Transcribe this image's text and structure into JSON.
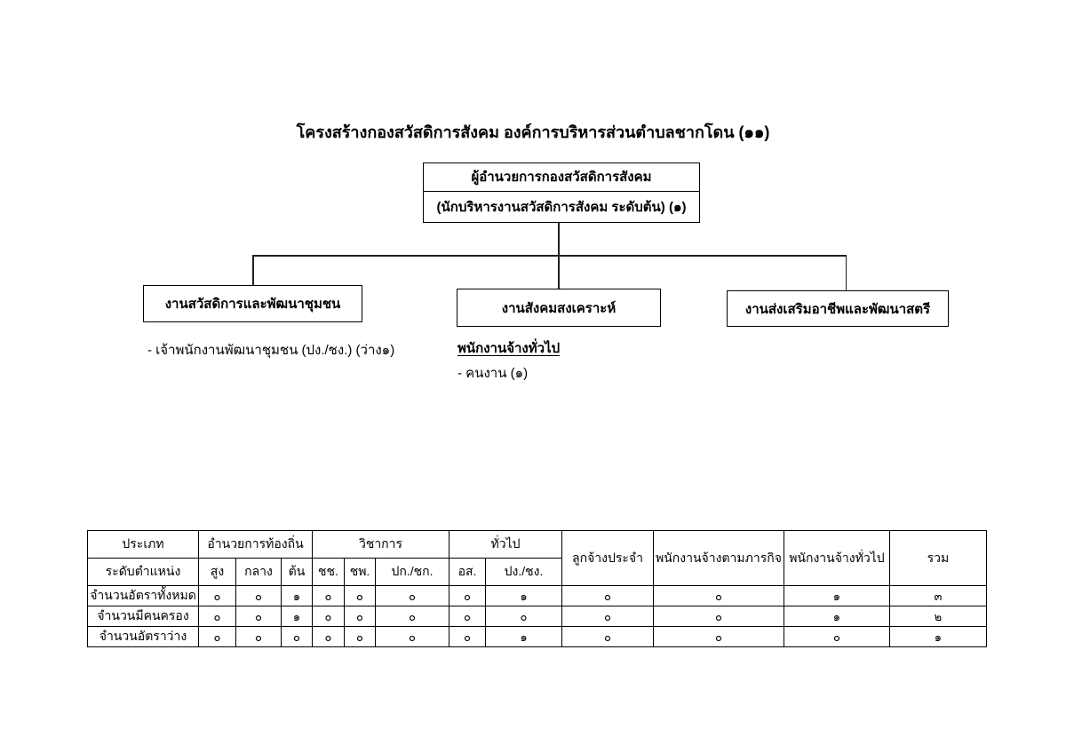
{
  "page": {
    "background": "#ffffff",
    "text_color": "#000000",
    "line_color": "#1f1f1f"
  },
  "title": "โครงสร้างกองสวัสดิการสังคม องค์การบริหารส่วนตำบลชากโดน (๑๑)",
  "org_chart": {
    "director": {
      "title": "ผู้อำนวยการกองสวัสดิการสังคม",
      "position": "(นักบริหารงานสวัสดิการสังคม ระดับต้น) (๑)"
    },
    "units": [
      {
        "label": "งานสวัสดิการและพัฒนาชุมชน",
        "notes": [
          "- เจ้าพนักงานพัฒนาชุมชน (ปง./ชง.) (ว่าง๑)"
        ]
      },
      {
        "label": "งานสังคมสงเคราะห์",
        "notes_heading": "พนักงานจ้างทั่วไป",
        "notes": [
          "- คนงาน  (๑)"
        ]
      },
      {
        "label": "งานส่งเสริมอาชีพและพัฒนาสตรี",
        "notes": []
      }
    ]
  },
  "table": {
    "header": {
      "category_label": "ประเภท",
      "level_label": "ระดับตำแหน่ง",
      "groups": [
        "อำนวยการท้องถิ่น",
        "วิชาการ",
        "ทั่วไป"
      ],
      "levels": [
        "สูง",
        "กลาง",
        "ต้น",
        "ชช.",
        "ชพ.",
        "ปก./ชก.",
        "อส.",
        "ปง./ชง."
      ],
      "employee_columns": [
        "ลูกจ้างประจำ",
        "พนักงานจ้างตามภารกิจ",
        "พนักงานจ้างทั่วไป",
        "รวม"
      ]
    },
    "rows": [
      {
        "label": "จำนวนอัตราทั้งหมด",
        "cells": [
          "๐",
          "๐",
          "๑",
          "๐",
          "๐",
          "๐",
          "๐",
          "๑",
          "๐",
          "๐",
          "๑",
          "๓"
        ]
      },
      {
        "label": "จำนวนมีคนครอง",
        "cells": [
          "๐",
          "๐",
          "๑",
          "๐",
          "๐",
          "๐",
          "๐",
          "๐",
          "๐",
          "๐",
          "๑",
          "๒"
        ]
      },
      {
        "label": "จำนวนอัตราว่าง",
        "cells": [
          "๐",
          "๐",
          "๐",
          "๐",
          "๐",
          "๐",
          "๐",
          "๑",
          "๐",
          "๐",
          "๐",
          "๑"
        ]
      }
    ]
  }
}
